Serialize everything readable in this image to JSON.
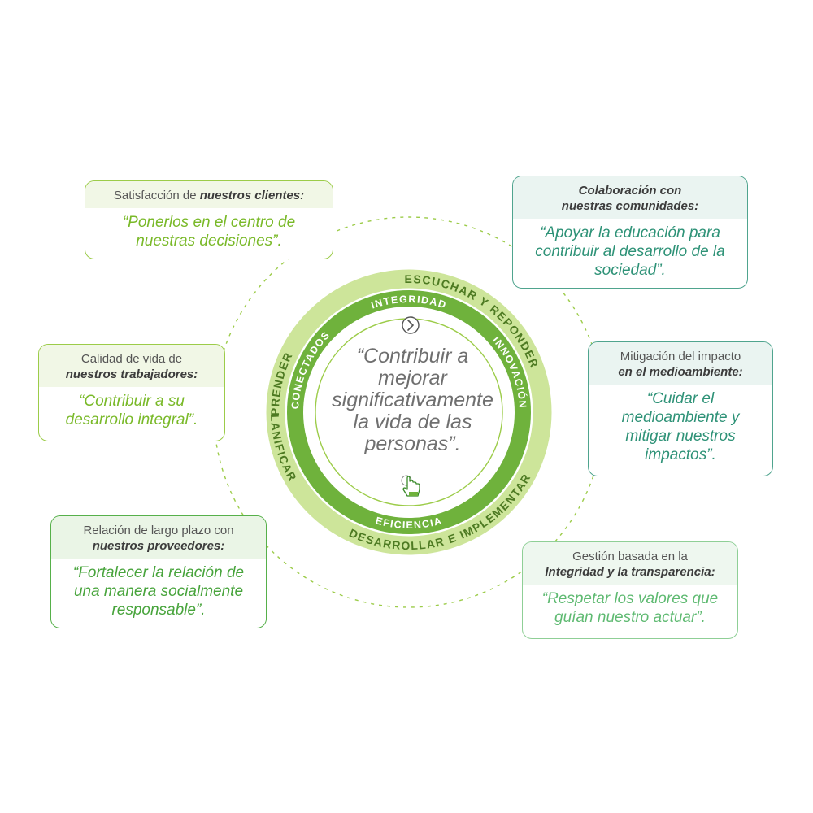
{
  "ring_outer_labels": {
    "top": "ESCUCHAR Y REPONDER",
    "right": "PLANIFICAR",
    "bottom": "DESARROLLAR E IMPLEMENTAR",
    "left": "APRENDER"
  },
  "ring_inner_labels": {
    "top": "INTEGRIDAD",
    "right": "INNOVACIÓN",
    "bottom": "EFICIENCIA",
    "left": "CONECTADOS"
  },
  "center_quote": "“Contribuir a mejorar significativamente la vida de las personas”.",
  "cards": {
    "clientes": {
      "head_plain": "Satisfacción de ",
      "head_bold": "nuestros clientes:",
      "body": "“Ponerlos en el centro de nuestras decisiones”."
    },
    "trabajadores": {
      "head_plain": "Calidad de vida de",
      "head_bold": "nuestros trabajadores:",
      "body": "“Contribuir a su desarrollo integral”."
    },
    "proveedores": {
      "head_plain": "Relación de largo plazo con",
      "head_bold": "nuestros proveedores:",
      "body": "“Fortalecer la relación de una manera socialmente responsable”."
    },
    "comunidades": {
      "head_bold_1": "Colaboración con",
      "head_bold_2": "nuestras comunidades:",
      "body": "“Apoyar la educación para contribuir al desarrollo de la sociedad”."
    },
    "medioambiente": {
      "head_plain": "Mitigación del impacto",
      "head_bold": "en el medioambiente:",
      "body": "“Cuidar el medioambiente y mitigar nuestros impactos”."
    },
    "transparencia": {
      "head_plain": "Gestión basada en la",
      "head_bold": "Integridad y la transparencia:",
      "body": "“Respetar los valores que guían nuestro actuar”."
    }
  },
  "icons": {
    "arrow": "chevron-right-icon",
    "hand": "pointing-hand-icon"
  },
  "colors": {
    "outer_ring": "#cde59a",
    "inner_ring": "#6fb23c",
    "dashed_circle": "#9ccc49",
    "lime": "#79b928",
    "teal": "#2e9277",
    "mint": "#5fba72",
    "green": "#48a43c"
  }
}
